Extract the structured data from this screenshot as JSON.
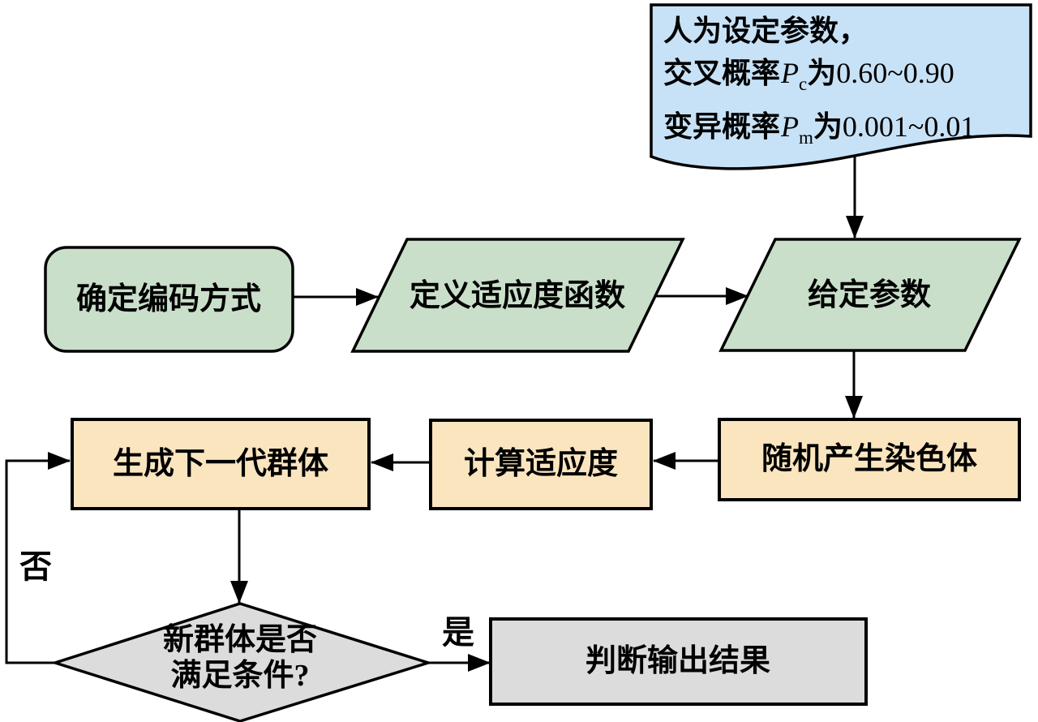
{
  "document_note": {
    "line1": "人为设定参数，",
    "line2_prefix": "交叉概率",
    "line2_var": "P",
    "line2_sub": "c",
    "line2_wei": "为",
    "line2_value": "0.60~0.90",
    "line3_prefix": "变异概率",
    "line3_var": "P",
    "line3_sub": "m",
    "line3_wei": "为",
    "line3_value": "0.001~0.01"
  },
  "nodes": {
    "encoding": "确定编码方式",
    "fitness_function": "定义适应度函数",
    "given_params": "给定参数",
    "next_generation": "生成下一代群体",
    "compute_fitness": "计算适应度",
    "random_chromosome": "随机产生染色体",
    "condition_line1": "新群体是否",
    "condition_line2": "满足条件?",
    "output": "判断输出结果"
  },
  "edge_labels": {
    "no": "否",
    "yes": "是"
  },
  "colors": {
    "document": "#C7E2F7",
    "stage1": "#C9DFCA",
    "stage2": "#FAE5BF",
    "decision": "#DCDCDC",
    "output_box": "#DCDCDC",
    "outline": "#000000",
    "background": "#FFFFFF"
  }
}
